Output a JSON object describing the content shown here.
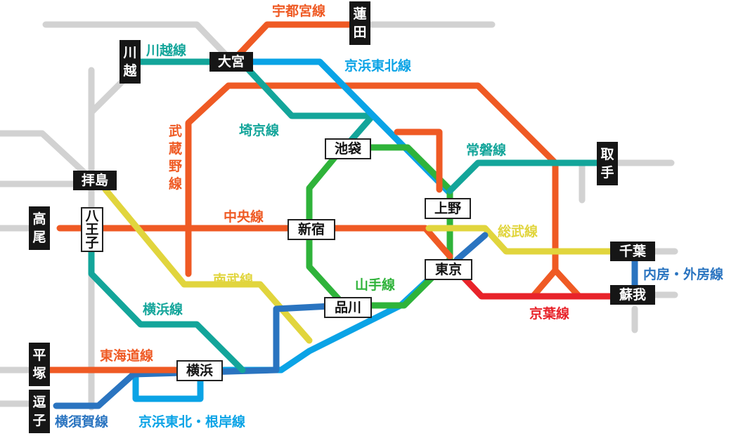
{
  "colors": {
    "orange": "#ef5a24",
    "teal": "#13a59a",
    "blue_light": "#0aa3e6",
    "green": "#2fb33a",
    "yellow": "#e1d53d",
    "red": "#e8232a",
    "blue_dark": "#2a74c0",
    "grey": "#d2d2d2"
  },
  "lines": {
    "utsunomiya": "宇都宮線",
    "kawagoe": "川越線",
    "keihin_tohoku": "京浜東北線",
    "musashino": "武蔵野線",
    "saikyo": "埼京線",
    "joban": "常磐線",
    "chuo": "中央線",
    "sobu": "総武線",
    "nambu": "南武線",
    "yamanote": "山手線",
    "yokohama": "横浜線",
    "keiyo": "京葉線",
    "tokaido": "東海道線",
    "yokosuka": "横須賀線",
    "keihin_negishi": "京浜東北・根岸線",
    "uchibo_sotobo": "内房・外房線"
  },
  "stations": {
    "hasuda": "蓮田",
    "kawagoe": "川越",
    "omiya": "大宮",
    "ikebukuro": "池袋",
    "toride": "取手",
    "haijima": "拝島",
    "ueno": "上野",
    "takao": "高尾",
    "hachioji": "八王子",
    "shinjuku": "新宿",
    "tokyo": "東京",
    "chiba": "千葉",
    "soga": "蘇我",
    "shinagawa": "品川",
    "hiratsuka": "平塚",
    "yokohama": "横浜",
    "zushi": "逗子"
  }
}
